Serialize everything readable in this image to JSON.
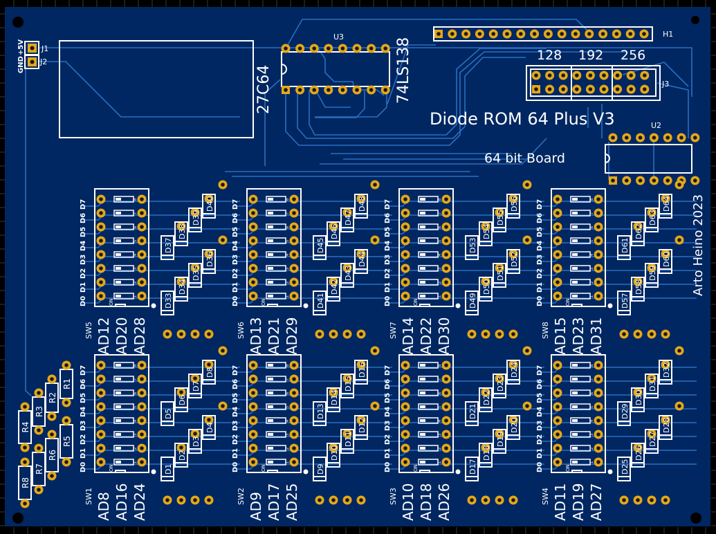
{
  "board": {
    "title": "Diode ROM 64 Plus V3",
    "subtitle": "64 bit Board",
    "author": "Arto Heino 2023",
    "colors": {
      "board": "#002761",
      "frame": "#000000",
      "trace": "#2b6fc2",
      "silkscreen": "#ffffff",
      "pad": "#e3a81b",
      "drill": "#1a1a1a"
    }
  },
  "connectors": {
    "power": [
      {
        "ref": "J1",
        "label": "+5V"
      },
      {
        "ref": "J2",
        "label": "GND"
      }
    ],
    "header": {
      "ref": "H1",
      "pins": 16
    },
    "jumper": {
      "ref": "J3",
      "groups": [
        "128",
        "192",
        "256"
      ],
      "pins_per_group": 6
    }
  },
  "chips": [
    {
      "ref": "",
      "part": "27C64"
    },
    {
      "ref": "U3",
      "part": "74LS138",
      "pins": 16
    },
    {
      "ref": "U2",
      "part": "",
      "pins": 14
    }
  ],
  "data_bit_labels": [
    "D0",
    "D1",
    "D2",
    "D3",
    "D4",
    "D5",
    "D6",
    "D7"
  ],
  "switch_on_label": "ON",
  "switch_position_numbers": [
    "1",
    "2",
    "3",
    "4",
    "5",
    "6",
    "7",
    "8"
  ],
  "switch_banks": [
    {
      "ref": "SW5",
      "addresses": [
        "AD12",
        "AD20",
        "AD28"
      ],
      "diodes": [
        "D33",
        "D34",
        "D35",
        "D36",
        "D37",
        "D38",
        "D39",
        "D40"
      ]
    },
    {
      "ref": "SW6",
      "addresses": [
        "AD13",
        "AD21",
        "AD29"
      ],
      "diodes": [
        "D41",
        "D42",
        "D43",
        "D44",
        "D45",
        "D46",
        "D47",
        "D48"
      ]
    },
    {
      "ref": "SW7",
      "addresses": [
        "AD14",
        "AD22",
        "AD30"
      ],
      "diodes": [
        "D49",
        "D50",
        "D51",
        "D52",
        "D53",
        "D54",
        "D55",
        "D56"
      ]
    },
    {
      "ref": "SW8",
      "addresses": [
        "AD15",
        "AD23",
        "AD31"
      ],
      "diodes": [
        "D57",
        "D58",
        "D59",
        "D60",
        "D61",
        "D62",
        "D63",
        "D64"
      ]
    },
    {
      "ref": "SW1",
      "addresses": [
        "AD8",
        "AD16",
        "AD24"
      ],
      "diodes": [
        "D1",
        "D2",
        "D3",
        "D4",
        "D5",
        "D6",
        "D7",
        "D8"
      ]
    },
    {
      "ref": "SW2",
      "addresses": [
        "AD9",
        "AD17",
        "AD25"
      ],
      "diodes": [
        "D9",
        "D10",
        "D11",
        "D12",
        "D13",
        "D14",
        "D15",
        "D16"
      ]
    },
    {
      "ref": "SW3",
      "addresses": [
        "AD10",
        "AD18",
        "AD26"
      ],
      "diodes": [
        "D17",
        "D18",
        "D19",
        "D20",
        "D21",
        "D22",
        "D23",
        "D24"
      ]
    },
    {
      "ref": "SW4",
      "addresses": [
        "AD11",
        "AD19",
        "AD27"
      ],
      "diodes": [
        "D25",
        "D26",
        "D27",
        "D28",
        "D29",
        "D30",
        "D31",
        "D32"
      ]
    }
  ],
  "resistors": [
    "R1",
    "R2",
    "R3",
    "R4",
    "R5",
    "R6",
    "R7",
    "R8"
  ]
}
